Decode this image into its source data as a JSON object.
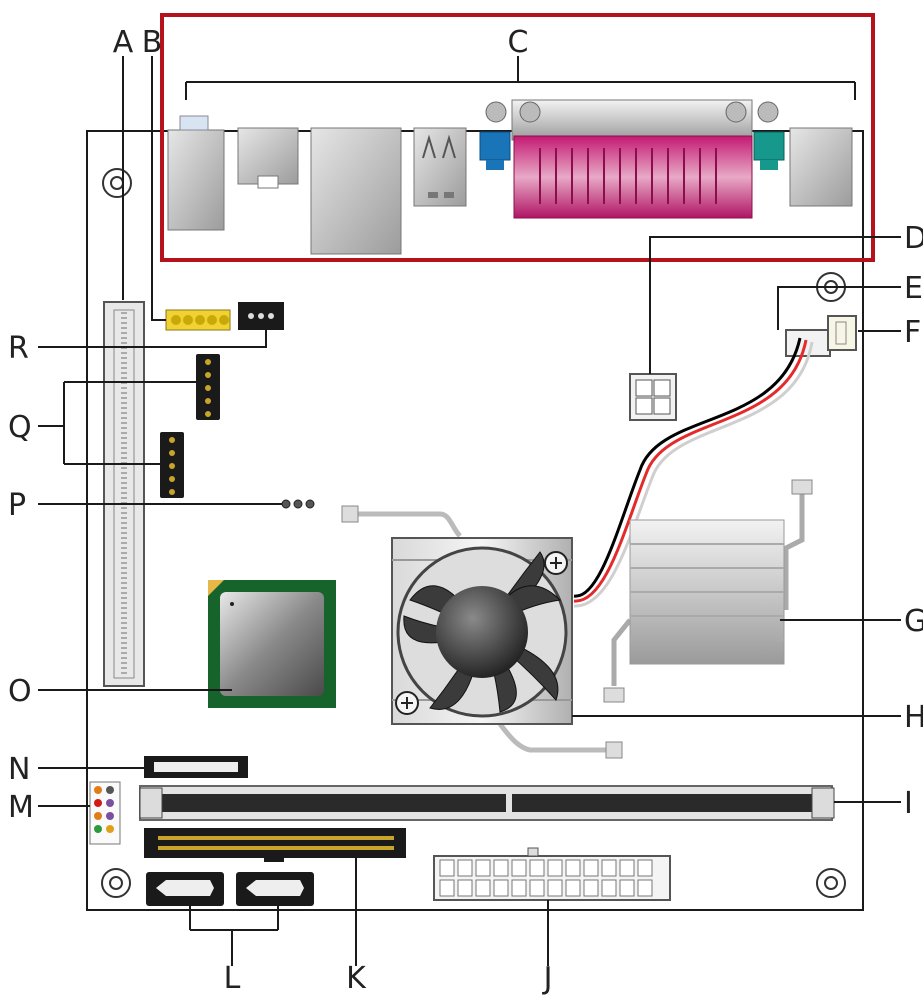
{
  "diagram": {
    "callout_labels": {
      "A": "A",
      "B": "B",
      "C": "C",
      "D": "D",
      "E": "E",
      "F": "F",
      "G": "G",
      "H": "H",
      "I": "I",
      "J": "J",
      "K": "K",
      "L": "L",
      "M": "M",
      "N": "N",
      "O": "O",
      "P": "P",
      "Q": "Q",
      "R": "R"
    },
    "highlight_color": "#b5121b",
    "board_color": "#ffffff",
    "outline_color": "#1a1a1a",
    "connector_accent_color": "#c41a72",
    "fan_cable_colors": [
      "#000000",
      "#e32b2b",
      "#ffffff"
    ]
  }
}
